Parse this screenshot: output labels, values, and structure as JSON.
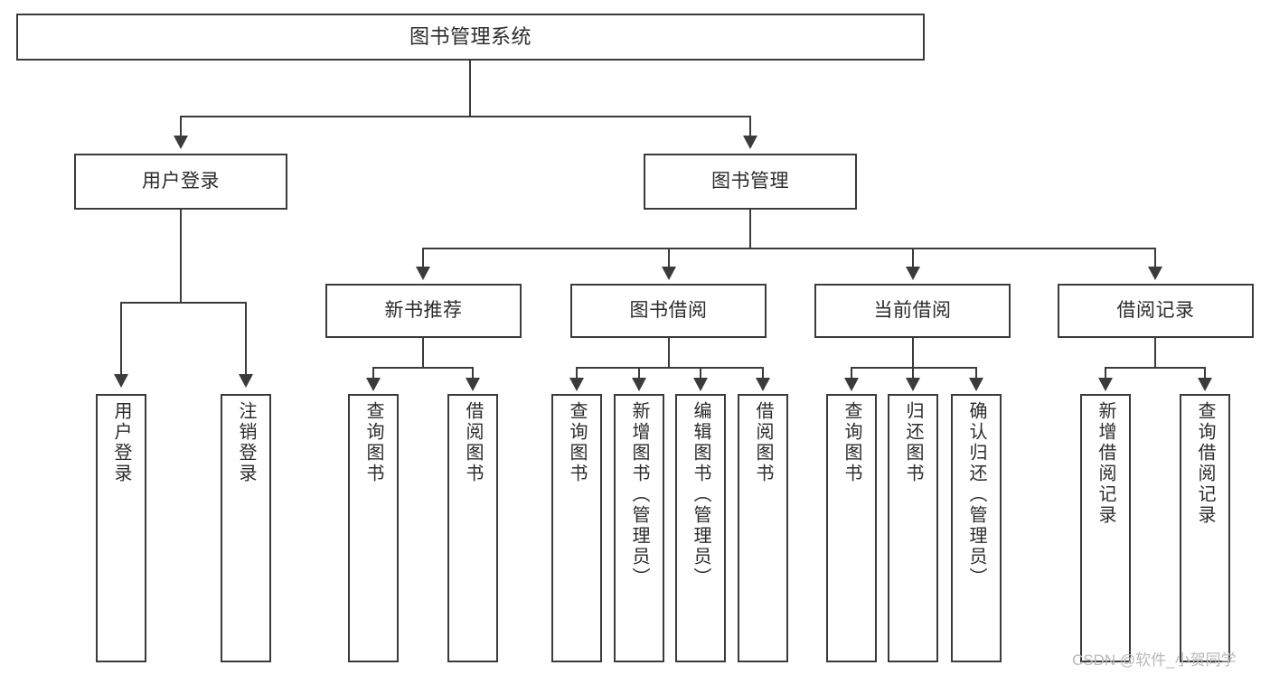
{
  "diagram": {
    "title": "图书管理系统",
    "type": "tree",
    "watermark": "CSDN @软件_小贺同学",
    "colors": {
      "stroke": "#3b3b3b",
      "fill": "#ffffff",
      "text": "#2b2b2b",
      "watermark": "#b9b9b9"
    },
    "root": {
      "label": "图书管理系统"
    },
    "level2": [
      {
        "label": "用户登录"
      },
      {
        "label": "图书管理"
      }
    ],
    "level3": [
      {
        "label": "新书推荐"
      },
      {
        "label": "图书借阅"
      },
      {
        "label": "当前借阅"
      },
      {
        "label": "借阅记录"
      }
    ],
    "leaves": {
      "user_login": [
        {
          "label": "用户登录"
        },
        {
          "label": "注销登录"
        }
      ],
      "new_book": [
        {
          "label": "查询图书"
        },
        {
          "label": "借阅图书"
        }
      ],
      "book_borrow": [
        {
          "label": "查询图书"
        },
        {
          "label": "新增图书（管理员）"
        },
        {
          "label": "编辑图书（管理员）"
        },
        {
          "label": "借阅图书"
        }
      ],
      "current_borrow": [
        {
          "label": "查询图书"
        },
        {
          "label": "归还图书"
        },
        {
          "label": "确认归还（管理员）"
        }
      ],
      "borrow_record": [
        {
          "label": "新增借阅记录"
        },
        {
          "label": "查询借阅记录"
        }
      ]
    }
  }
}
